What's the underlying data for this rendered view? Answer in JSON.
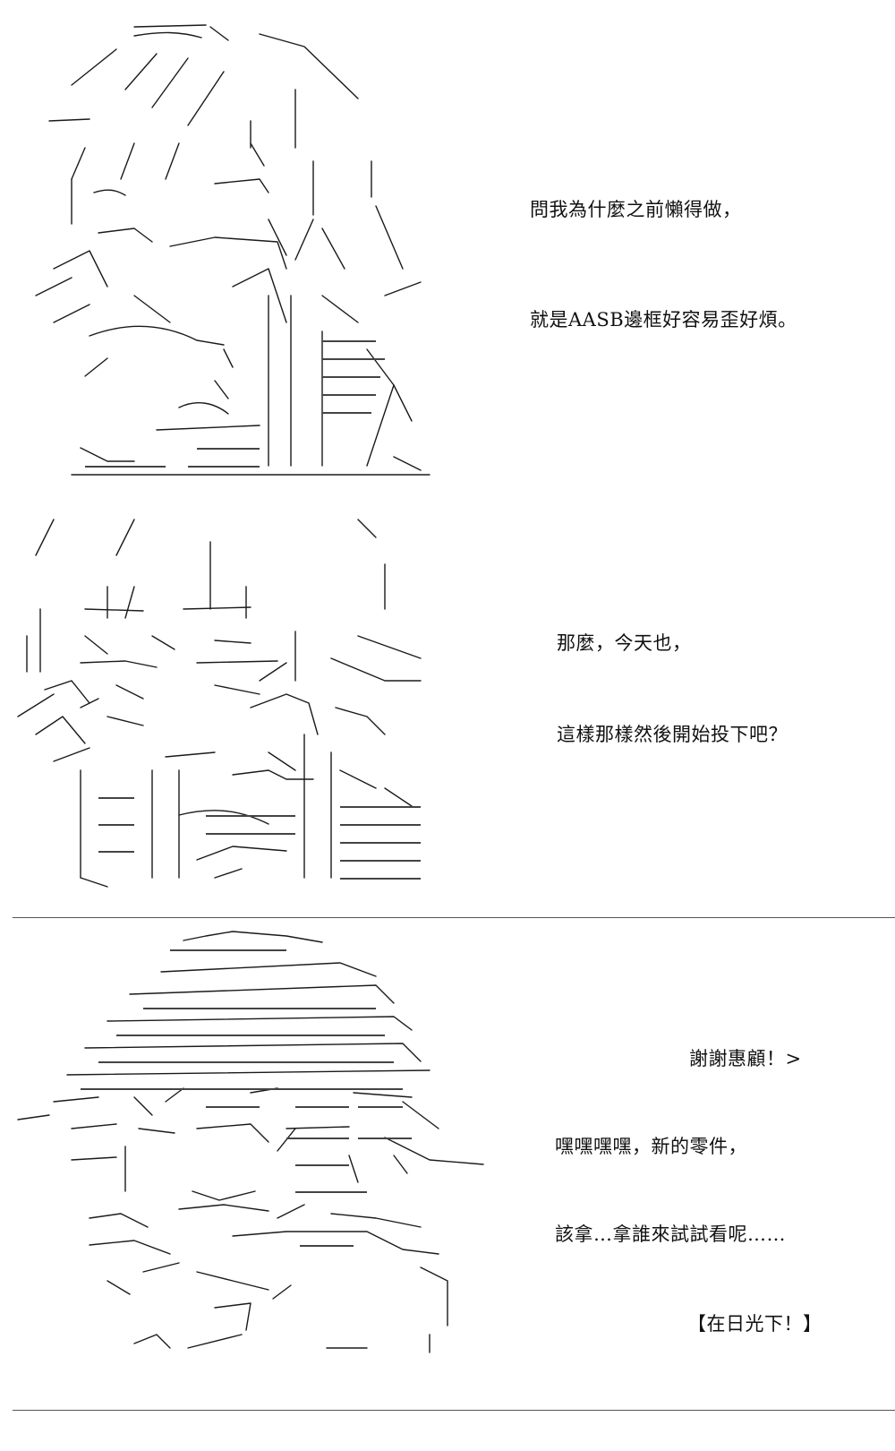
{
  "panel1": {
    "lines": [
      "問我為什麼之前懶得做，",
      "就是AASB邊框好容易歪好煩。"
    ]
  },
  "panel2": {
    "lines": [
      "那麼，今天也，",
      "這樣那樣然後開始投下吧？"
    ]
  },
  "panel3": {
    "lines": [
      "謝謝惠顧！>",
      "嘿嘿嘿嘿，新的零件，",
      "該拿…拿誰來試試看呢……",
      "【在日光下！】"
    ]
  }
}
